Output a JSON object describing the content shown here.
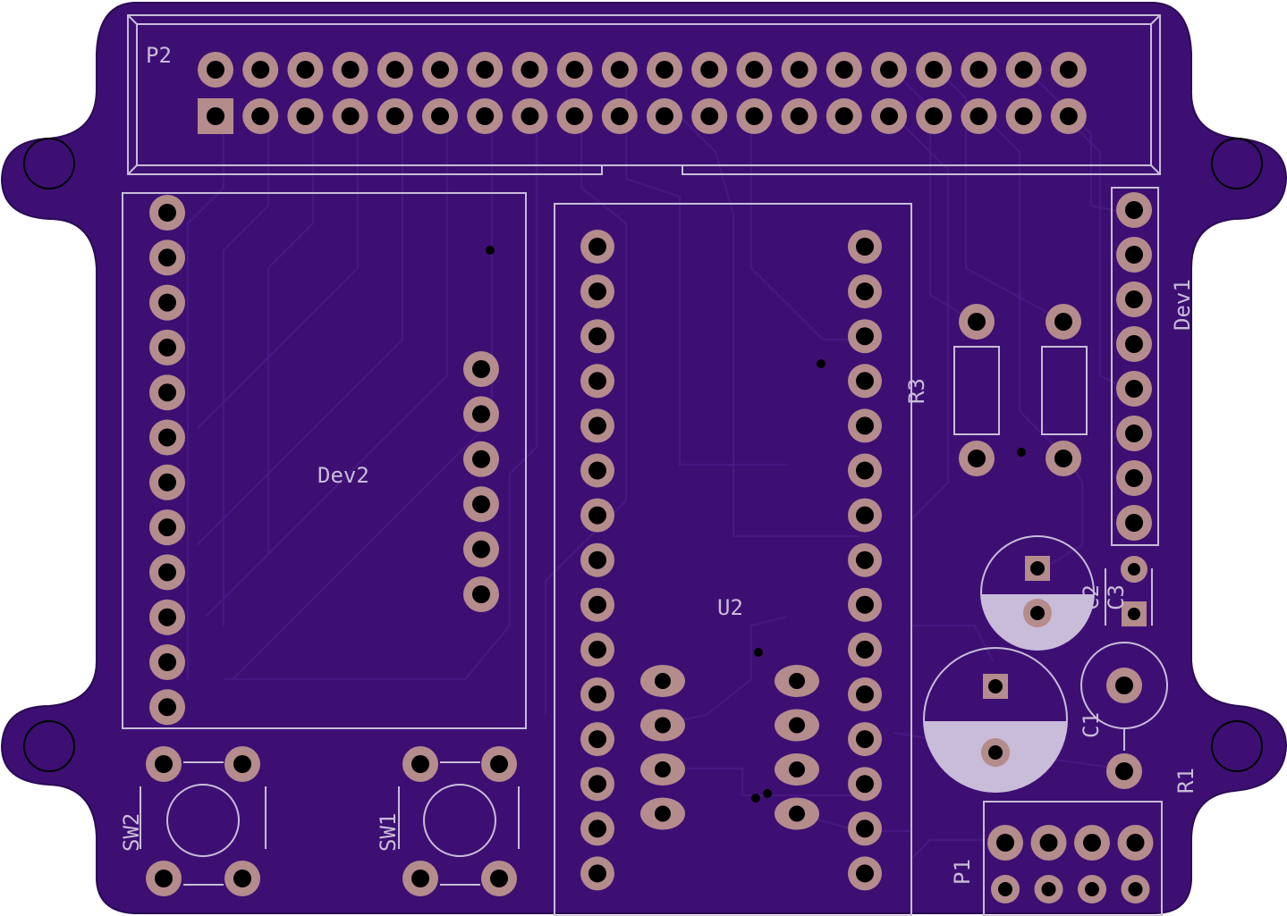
{
  "colors": {
    "board": "#3d0f73",
    "board_edge": "#2b0a55",
    "silkscreen": "#c8bcd8",
    "copper_pad": "#b48c8c"
  },
  "labels": {
    "p2": "P2",
    "dev1": "Dev1",
    "dev2": "Dev2",
    "u2": "U2",
    "r3": "R3",
    "c2": "C2",
    "c3": "C3",
    "c1": "C1",
    "r1": "R1",
    "p1": "P1",
    "sw1": "SW1",
    "sw2": "SW2"
  }
}
